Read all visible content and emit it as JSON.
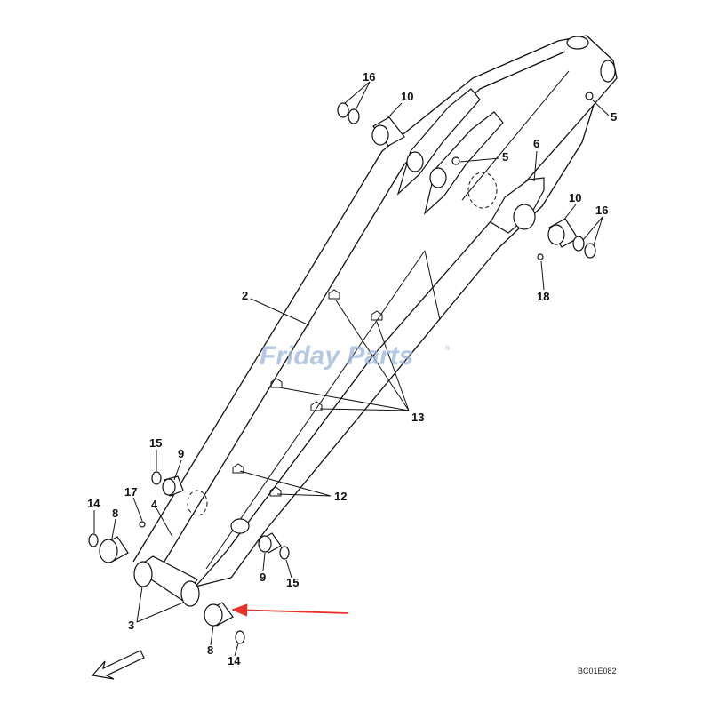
{
  "watermark": {
    "brand": "Friday Parts",
    "mark": "®"
  },
  "figure_code": "BC01E082",
  "pointer_arrow_color": "#e8352b",
  "callouts": [
    {
      "id": "c16a",
      "label": "16"
    },
    {
      "id": "c10a",
      "label": "10"
    },
    {
      "id": "c5a",
      "label": "5"
    },
    {
      "id": "c5b",
      "label": "5"
    },
    {
      "id": "c6",
      "label": "6"
    },
    {
      "id": "c10b",
      "label": "10"
    },
    {
      "id": "c16b",
      "label": "16"
    },
    {
      "id": "c18",
      "label": "18"
    },
    {
      "id": "c2",
      "label": "2"
    },
    {
      "id": "c13",
      "label": "13"
    },
    {
      "id": "c15a",
      "label": "15"
    },
    {
      "id": "c9a",
      "label": "9"
    },
    {
      "id": "c17",
      "label": "17"
    },
    {
      "id": "c4",
      "label": "4"
    },
    {
      "id": "c14a",
      "label": "14"
    },
    {
      "id": "c8a",
      "label": "8"
    },
    {
      "id": "c12",
      "label": "12"
    },
    {
      "id": "c9b",
      "label": "9"
    },
    {
      "id": "c15b",
      "label": "15"
    },
    {
      "id": "c3",
      "label": "3"
    },
    {
      "id": "c8b",
      "label": "8"
    },
    {
      "id": "c14b",
      "label": "14"
    }
  ]
}
